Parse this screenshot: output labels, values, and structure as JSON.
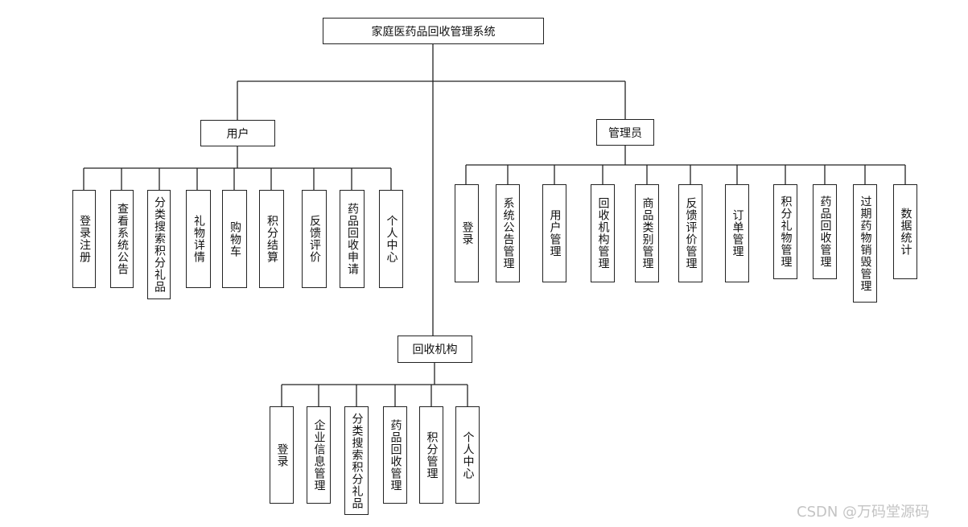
{
  "root": "家庭医药品回收管理系统",
  "branches": {
    "user": {
      "label": "用户",
      "children": [
        "登录注册",
        "查看系统公告",
        "分类搜索积分礼品",
        "礼物详情",
        "购物车",
        "积分结算",
        "反馈评价",
        "药品回收申请",
        "个人中心"
      ]
    },
    "admin": {
      "label": "管理员",
      "children": [
        "登录",
        "系统公告管理",
        "用户管理",
        "回收机构管理",
        "商品类别管理",
        "反馈评价管理",
        "订单管理",
        "积分礼物管理",
        "药品回收管理",
        "过期药物销毁管理",
        "数据统计"
      ]
    },
    "org": {
      "label": "回收机构",
      "children": [
        "登录",
        "企业信息管理",
        "分类搜索积分礼品",
        "药品回收管理",
        "积分管理",
        "个人中心"
      ]
    }
  },
  "watermark": "CSDN @万码堂源码"
}
